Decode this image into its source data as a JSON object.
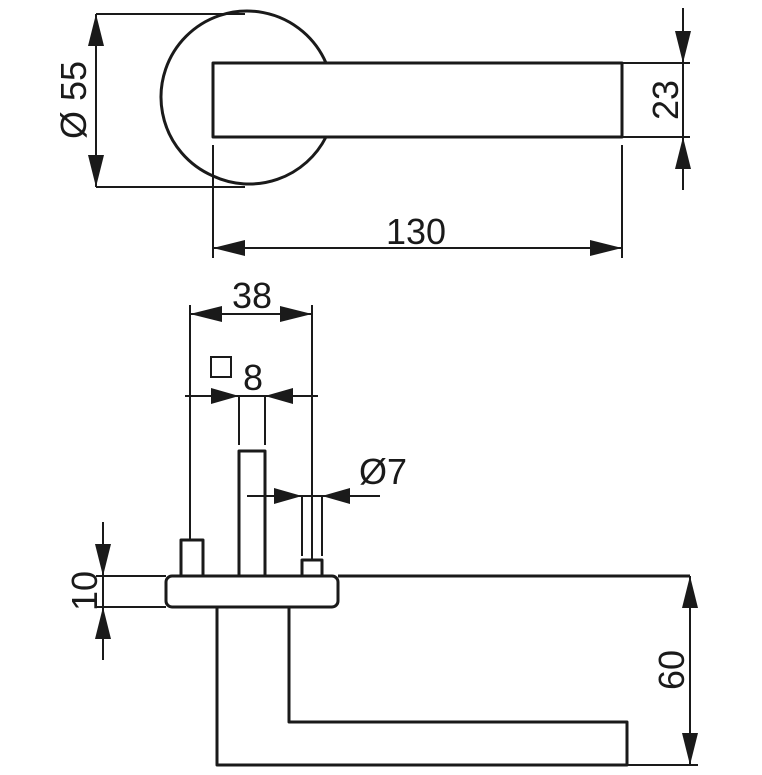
{
  "dimensions": {
    "rose_diameter": "Ø 55",
    "lever_height": "23",
    "lever_length": "130",
    "rose_width": "38",
    "spindle_square": "8",
    "screw_diameter": "Ø7",
    "rose_thickness": "10",
    "lever_projection": "60"
  },
  "colors": {
    "line": "#1a1a1a",
    "background": "#ffffff"
  }
}
